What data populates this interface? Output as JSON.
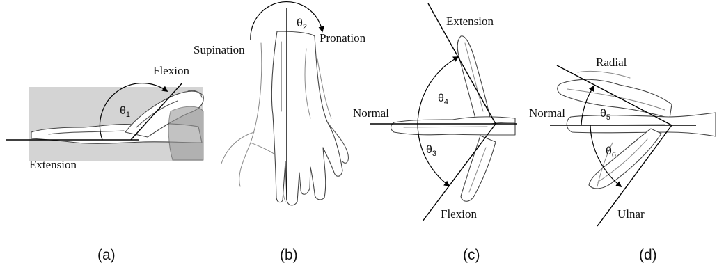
{
  "panels": {
    "a": {
      "caption": "(a)",
      "labels": {
        "flexion": "Flexion",
        "extension": "Extension"
      },
      "angle": {
        "symbol": "θ",
        "subscript": "1"
      }
    },
    "b": {
      "caption": "(b)",
      "labels": {
        "supination": "Supination",
        "pronation": "Pronation"
      },
      "angle": {
        "symbol": "θ",
        "subscript": "2"
      }
    },
    "c": {
      "caption": "(c)",
      "labels": {
        "extension": "Extension",
        "normal": "Normal",
        "flexion": "Flexion"
      },
      "angles": [
        {
          "symbol": "θ",
          "subscript": "4"
        },
        {
          "symbol": "θ",
          "subscript": "3"
        }
      ]
    },
    "d": {
      "caption": "(d)",
      "labels": {
        "radial": "Radial",
        "normal": "Normal",
        "ulnar": "Ulnar"
      },
      "angles": [
        {
          "symbol": "θ",
          "subscript": "5"
        },
        {
          "symbol": "θ",
          "subscript": "6"
        }
      ]
    }
  }
}
